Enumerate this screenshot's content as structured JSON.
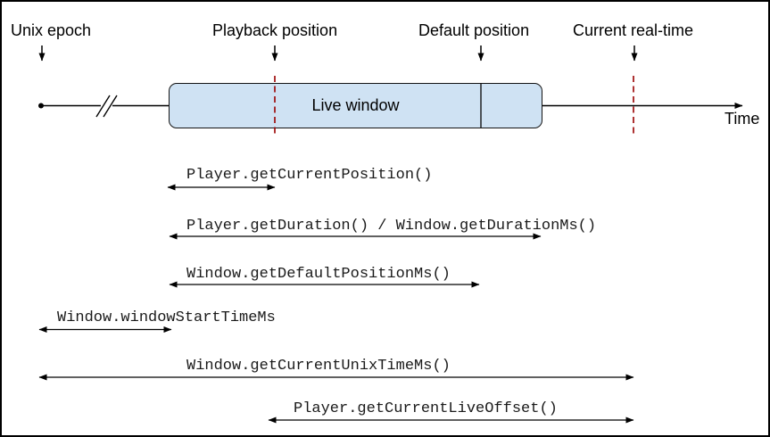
{
  "diagram": {
    "title_hint": "Live playback timeline diagram",
    "top_labels": [
      {
        "id": "unix-epoch",
        "label": "Unix epoch"
      },
      {
        "id": "playback-position",
        "label": "Playback position"
      },
      {
        "id": "default-position",
        "label": "Default position"
      },
      {
        "id": "current-real-time",
        "label": "Current real-time"
      }
    ],
    "timeline": {
      "window_label": "Live window",
      "axis_label": "Time"
    },
    "measures": [
      {
        "id": "current-position",
        "label": "Player.getCurrentPosition()"
      },
      {
        "id": "duration",
        "label": "Player.getDuration() / Window.getDurationMs()"
      },
      {
        "id": "default-position",
        "label": "Window.getDefaultPositionMs()"
      },
      {
        "id": "window-start-time",
        "label": "Window.windowStartTimeMs"
      },
      {
        "id": "current-unix-time",
        "label": "Window.getCurrentUnixTimeMs()"
      },
      {
        "id": "current-live-offset",
        "label": "Player.getCurrentLiveOffset()"
      }
    ],
    "colors": {
      "window_fill": "#cfe2f3",
      "marker_dashed": "#990000",
      "line": "#000000"
    }
  }
}
